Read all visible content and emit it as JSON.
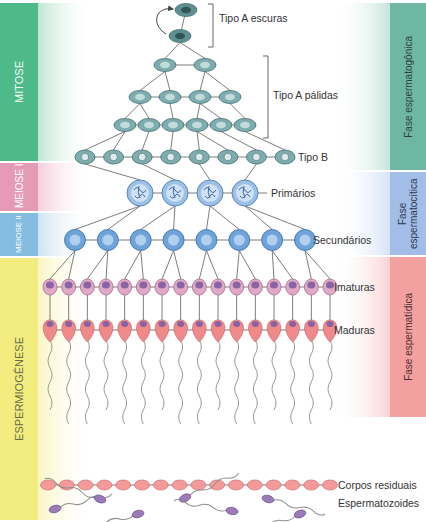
{
  "diagram": {
    "nodes": [
      {
        "text": [
          "MITOSE"
        ]
      },
      {
        "text": [
          "MEIOSE I"
        ]
      },
      {
        "text": [
          "MEIOSE II"
        ]
      },
      {
        "text": [
          "ESPERMIOGÊNESE"
        ]
      },
      {
        "text": [
          "Fase espermatogônica"
        ]
      },
      {
        "text": [
          "Fase espermatocítica"
        ]
      },
      {
        "text": [
          "Fase espermatídica"
        ]
      }
    ],
    "labels": [
      "Tipo A escuras",
      "Tipo A pálidas",
      "Tipo B",
      "Primários",
      "Secundários",
      "Imaturas",
      "Maduras",
      "Corpos residuais",
      "Espermatozoides"
    ]
  }
}
